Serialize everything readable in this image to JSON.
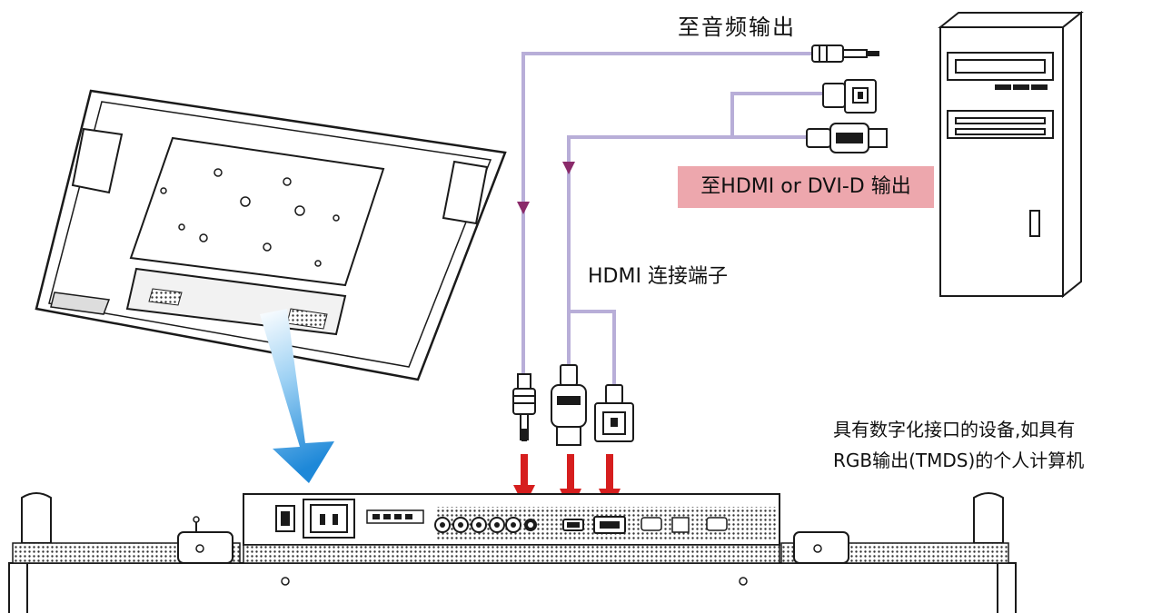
{
  "labels": {
    "audio_out": "至音频输出",
    "hdmi_dvi_out": "至HDMI or DVI-D 输出",
    "hdmi_terminal": "HDMI 连接端子",
    "device_line1": "具有数字化接口的设备,如具有",
    "device_line2": "RGB输出(TMDS)的个人计算机"
  },
  "colors": {
    "cable": "#b8aed8",
    "connect_arrow": "#d61e1e",
    "pointer_arrow": "#2d9be2",
    "label_highlight": "#eda7ad",
    "line": "#1a1a1a"
  },
  "icons": {
    "monitor": "monitor-back-icon",
    "pc": "pc-tower-icon",
    "audio_plug": "audio-mini-jack-icon",
    "hdmi_plug": "hdmi-plug-icon",
    "dvi_plug": "dvi-plug-icon"
  }
}
